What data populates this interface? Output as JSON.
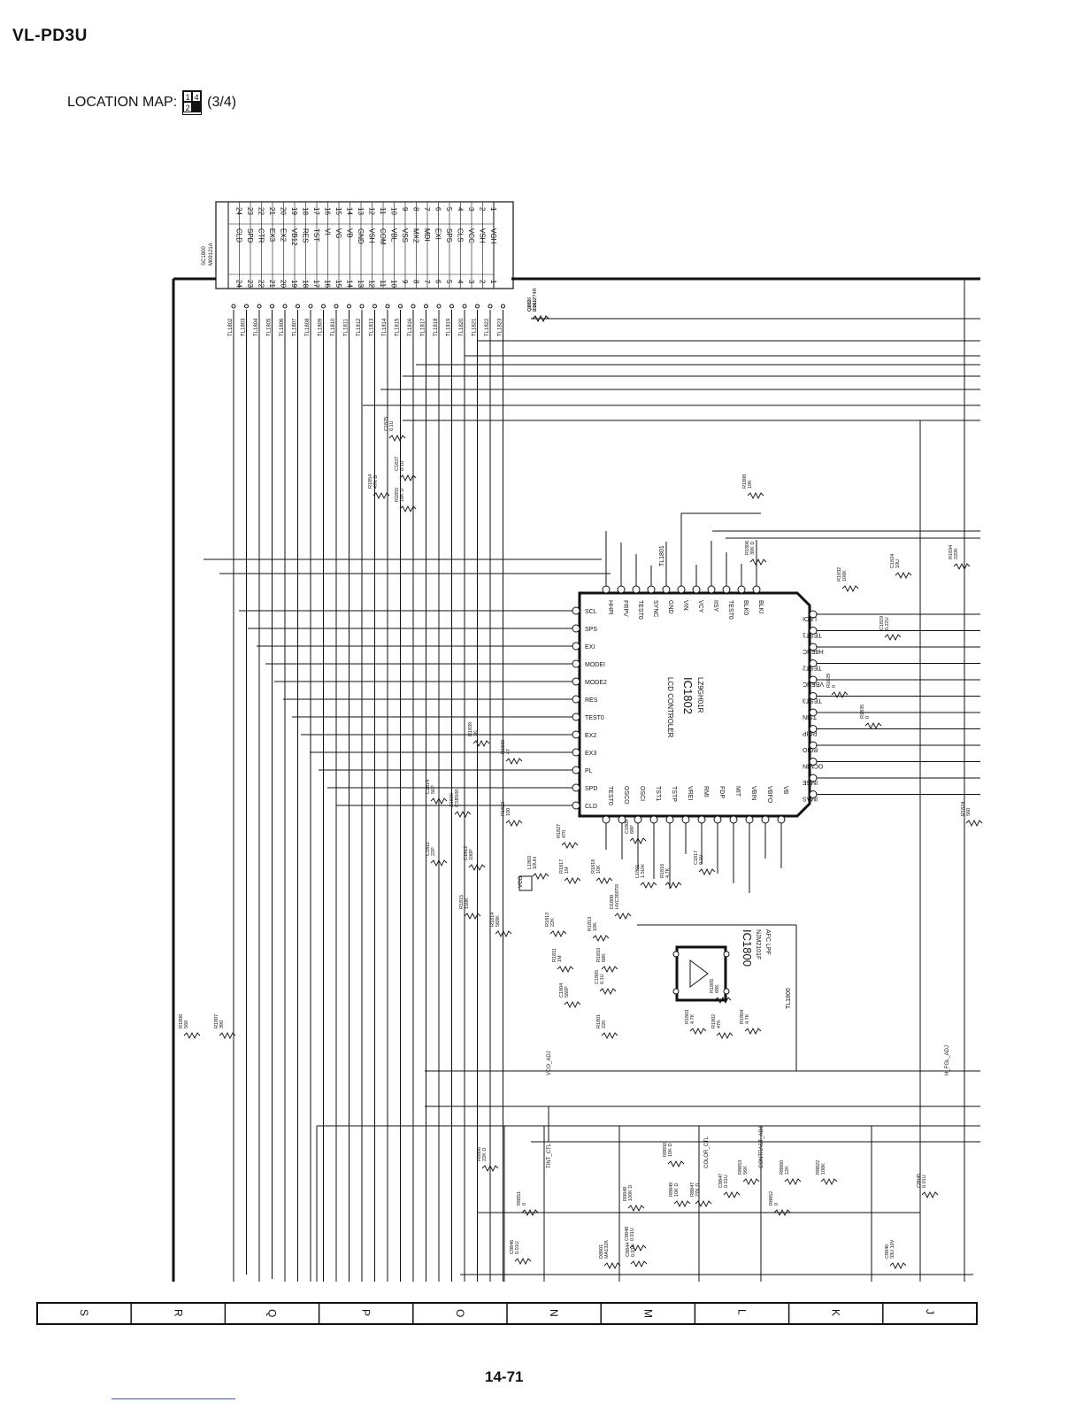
{
  "header": {
    "model": "VL-PD3U",
    "location_label": "LOCATION MAP:",
    "location_page": "(3/4)"
  },
  "location_map": [
    {
      "label": "1",
      "active": false
    },
    {
      "label": "4",
      "active": false
    },
    {
      "label": "2",
      "active": false
    },
    {
      "label": "3",
      "active": true
    }
  ],
  "connector": {
    "ref": "SC1800",
    "part": "M09121A",
    "signals": [
      "CLD",
      "SPD",
      "CTR",
      "EX3",
      "EX2",
      "VB12",
      "RES",
      "TST",
      "VI",
      "VG",
      "VB",
      "GND",
      "VSH",
      "COM",
      "VBL",
      "VSS",
      "MX2",
      "MDI",
      "EXI",
      "SPS",
      "CLS",
      "VCC",
      "VSH",
      "VGH"
    ],
    "top_numbers": [
      "1",
      "2",
      "3",
      "4",
      "5",
      "6",
      "7",
      "8",
      "9",
      "10",
      "11",
      "12",
      "13",
      "14",
      "15",
      "16",
      "17",
      "18",
      "19",
      "20",
      "21",
      "22",
      "23",
      "24"
    ],
    "bottom_numbers": [
      "24",
      "23",
      "22",
      "21",
      "20",
      "19",
      "18",
      "17",
      "16",
      "15",
      "14",
      "13",
      "12",
      "11",
      "10",
      "9",
      "8",
      "7",
      "6",
      "5",
      "4",
      "3",
      "2",
      "1"
    ],
    "testpoints": [
      "TL1802",
      "TL1803",
      "TL1804",
      "TL1805",
      "TL1806",
      "TL1807",
      "TL1808",
      "TL1809",
      "TL1810",
      "TL1811",
      "TL1812",
      "TL1813",
      "TL1814",
      "TL1815",
      "TL1816",
      "TL1817",
      "TL1818",
      "TL1819",
      "TL1820",
      "TL1821",
      "TL1822",
      "TL1823"
    ]
  },
  "ic1802": {
    "ref": "IC1802",
    "part": "LZ9GH01R",
    "desc": "LCD CONTROLER",
    "left_pins": [
      "SCL",
      "SPS",
      "EXI",
      "MODEI",
      "MODE2",
      "RES",
      "TEST0",
      "EX2",
      "EX3",
      "PL",
      "SPD",
      "CLD"
    ],
    "top_pins": [
      "HHPI",
      "FRPV",
      "TEST0",
      "SYNC",
      "GND",
      "VIN",
      "VCY",
      "IISY",
      "TEST0",
      "BLK0",
      "BLKI"
    ],
    "bottom_pins": [
      "TEST0",
      "OSCO",
      "OSCI",
      "TST1",
      "TSTP",
      "VREI",
      "RMI",
      "FDP",
      "MIT",
      "VBIN",
      "VBFO",
      "VB"
    ],
    "right_pins": [
      "LPOI",
      "TEST1",
      "H8ENC",
      "TEST2",
      "VBENC",
      "TEST3",
      "TSIN",
      "PCIP",
      "PCIO",
      "OCMIN",
      "IMSE",
      "IMAS"
    ]
  },
  "ic1800": {
    "ref": "IC1800",
    "part": "NJM2101F",
    "desc": "AFC LPF"
  },
  "labels": {
    "vco": "VCO",
    "tint": "TINT_CTL",
    "color": "COLOR_CTL",
    "contrast": "CONTRAST_ADJ",
    "vcoadj": "VCO_ADJ",
    "fgadj": "H_FGL_ADJ",
    "tl1800": "TL1800",
    "tl1801": "TL1801"
  },
  "components": [
    "C1826 0.01U",
    "C1825 0.1U",
    "C1827 0.1U",
    "R1854 47K D",
    "R1855 18K D",
    "R1808 10K",
    "C1824 10U",
    "R1834 220K",
    "R1832 100K",
    "C1819 0.22U",
    "R1806 39K D",
    "R1829 0",
    "R1835 0",
    "R1839 1K",
    "R1830 47",
    "C1814 56P",
    "X1800 CSB500",
    "C1811 22P",
    "C1812 100P",
    "R1822 100",
    "R1827 470",
    "C1809 68P",
    "L1802 10UH",
    "R1817 1M",
    "R1818 10K",
    "L1801 1.5UH",
    "D1800 HVC359TR",
    "R1816 4.7K",
    "C1817 0.1U",
    "R1815 150K",
    "R1814 560K",
    "R1812 22K",
    "R1813 10K",
    "R1811 1M",
    "R1810 68K",
    "C1804 560P",
    "C1805 0.1U",
    "R1801 22K",
    "R1803 4.7K",
    "R1802 47K",
    "R1804 4.7K",
    "R1805 68K",
    "R1806 560",
    "R1807 390",
    "R1824 560",
    "R8806 22K D",
    "R8850 10K D",
    "R8851 0",
    "R8848 100K D",
    "C8846 0.01U",
    "C8844 0.01U",
    "R8849 10K D",
    "R8847 27K D",
    "R8852 0",
    "C8847 0.01U",
    "R8853 56K",
    "R8860 12K",
    "R8822 100K",
    "D8801 MA132K",
    "C8848 0.01U",
    "C8845 0.01U",
    "C8840 33U 10V",
    "Q801 2SA1774R"
  ],
  "grid": [
    "S",
    "R",
    "Q",
    "P",
    "O",
    "N",
    "M",
    "L",
    "K",
    "J"
  ],
  "page_number": "14-71"
}
